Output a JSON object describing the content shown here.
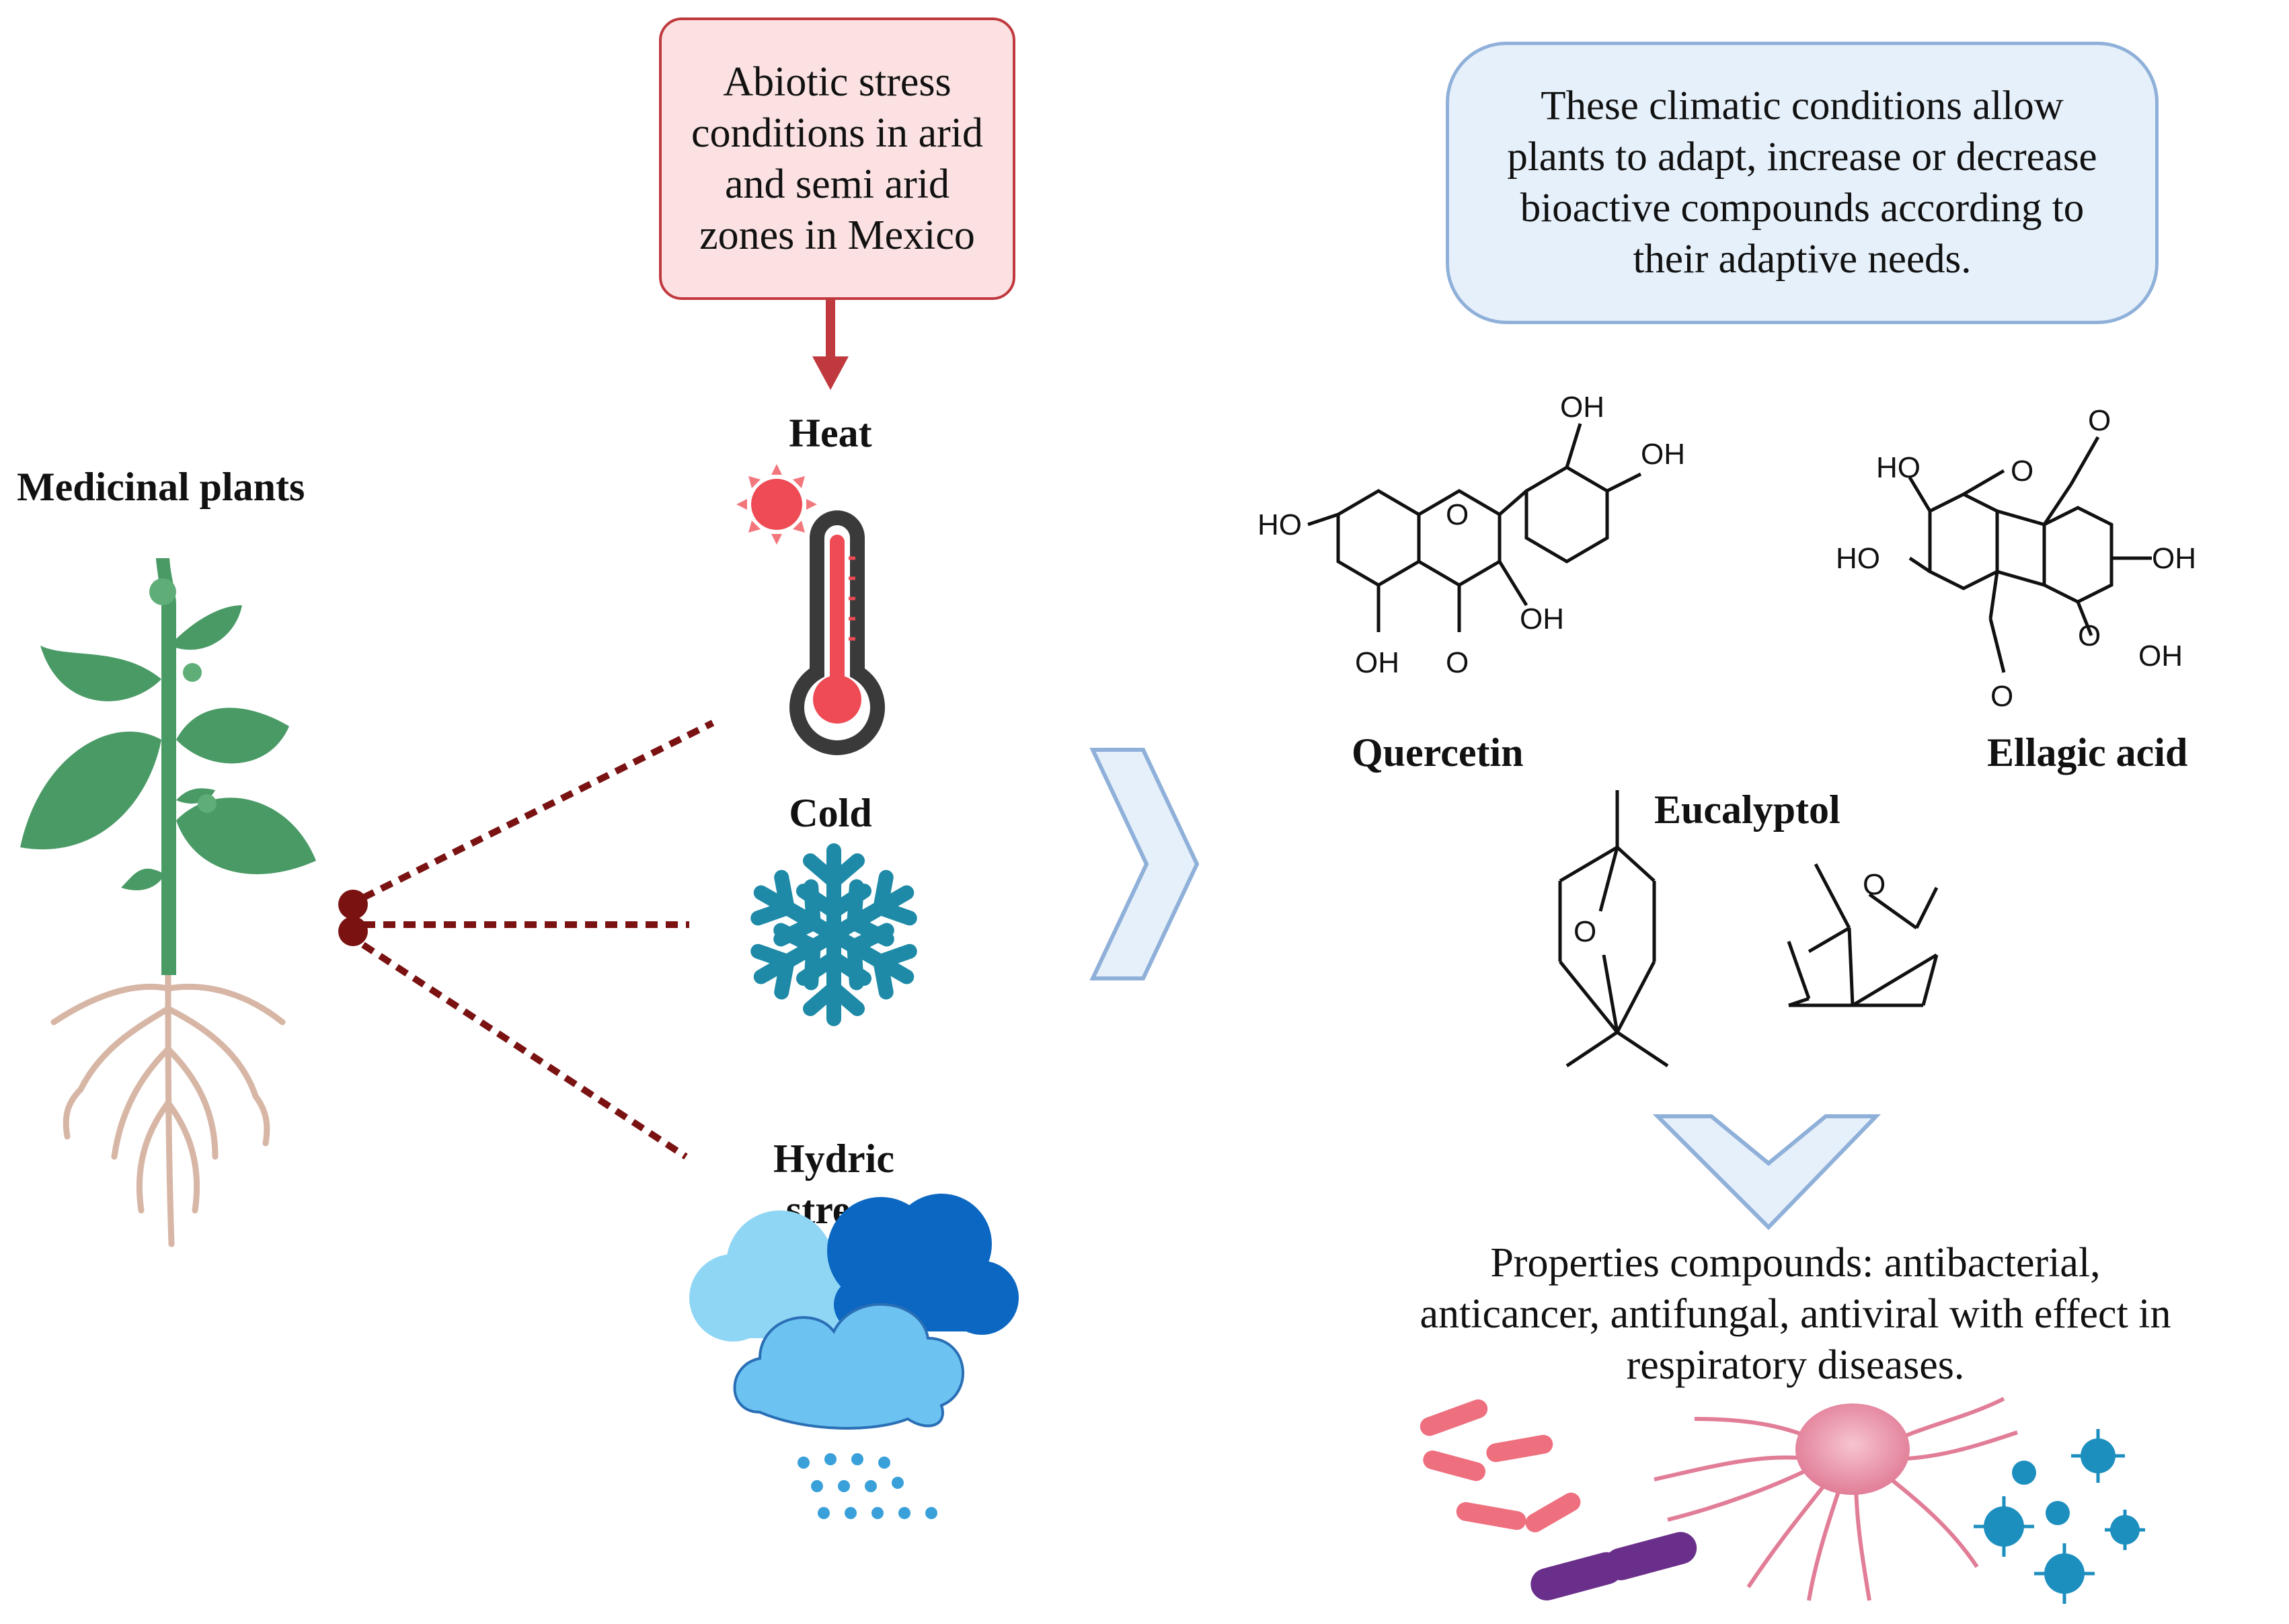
{
  "abiotic_box": {
    "text": "Abiotic stress conditions in arid and semi arid zones in Mexico"
  },
  "climate_box": {
    "text": "These climatic conditions allow plants to adapt, increase or decrease bioactive compounds according to their adaptive needs."
  },
  "plants": {
    "label": "Medicinal plants"
  },
  "stressors": {
    "heat": "Heat",
    "cold": "Cold",
    "hydric": "Hydric stress"
  },
  "compounds": {
    "quercetin": "Quercetin",
    "ellagic_acid": "Ellagic acid",
    "eucalyptol": "Eucalyptol"
  },
  "chem_labels": {
    "oh": "OH",
    "ho": "HO",
    "o": "O"
  },
  "properties": {
    "text": "Properties compounds: antibacterial, anticancer, antifungal, antiviral with effect in respiratory diseases."
  },
  "colors": {
    "accent_red": "#c0393f",
    "dotted_line": "#7a1212",
    "chevron": "#8fb0d9",
    "plant_green": "#4a9a66"
  }
}
